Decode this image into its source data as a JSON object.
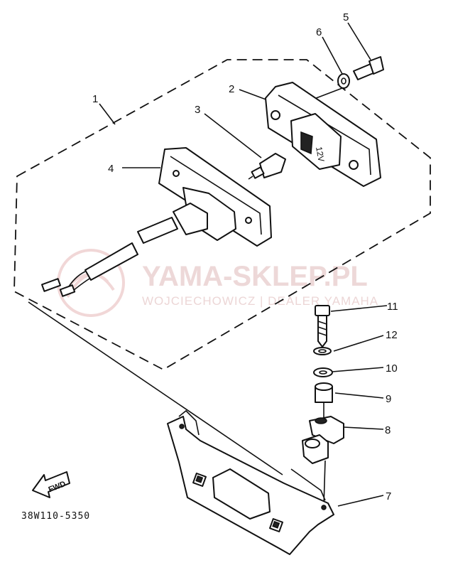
{
  "watermark": {
    "title": "YAMA-SKLEP.PL",
    "subtitle": "WOJCIECHOWICZ | DEALER YAMAHA"
  },
  "part_labels": [
    "1",
    "2",
    "3",
    "4",
    "5",
    "6",
    "7",
    "8",
    "9",
    "10",
    "11",
    "12"
  ],
  "bulb_marking": "12V",
  "direction_arrow": "FWD",
  "diagram_code": "38W110-5350"
}
